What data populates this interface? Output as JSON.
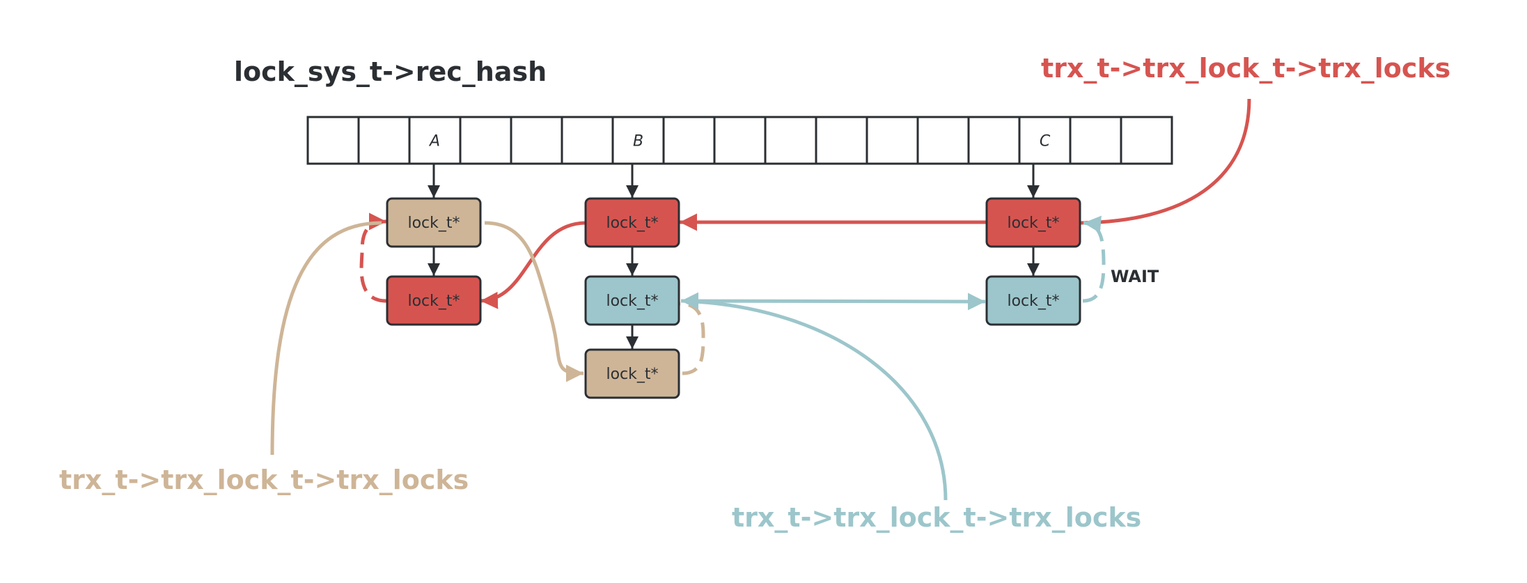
{
  "title": "lock_sys_t->rec_hash",
  "colors": {
    "tan": "#ceb597",
    "red": "#d65450",
    "blue": "#9cc6cb",
    "dark": "#2b2f33"
  },
  "hash_table": {
    "cell_count": 17,
    "cells": [
      {
        "index": 2,
        "label": "A"
      },
      {
        "index": 6,
        "label": "B"
      },
      {
        "index": 14,
        "label": "C"
      }
    ]
  },
  "nodes": [
    {
      "id": "a1",
      "label": "lock_t*",
      "color": "tan"
    },
    {
      "id": "a2",
      "label": "lock_t*",
      "color": "red"
    },
    {
      "id": "b1",
      "label": "lock_t*",
      "color": "red"
    },
    {
      "id": "b2",
      "label": "lock_t*",
      "color": "blue"
    },
    {
      "id": "b3",
      "label": "lock_t*",
      "color": "tan"
    },
    {
      "id": "c1",
      "label": "lock_t*",
      "color": "red"
    },
    {
      "id": "c2",
      "label": "lock_t*",
      "color": "blue"
    }
  ],
  "labels": {
    "red_list": "trx_t->trx_lock_t->trx_locks",
    "tan_list": "trx_t->trx_lock_t->trx_locks",
    "blue_list": "trx_t->trx_lock_t->trx_locks",
    "wait": "WAIT"
  }
}
